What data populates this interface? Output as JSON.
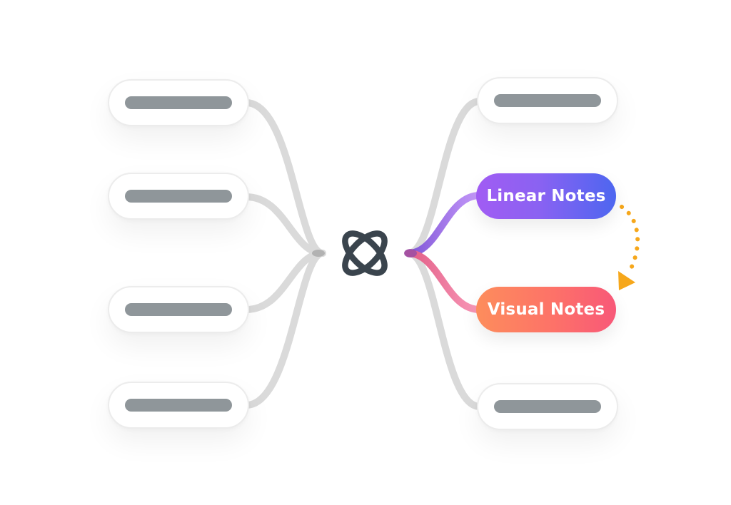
{
  "diagram": {
    "center": {
      "icon": "mindmeister-logo-icon"
    },
    "left_branches": [
      {
        "kind": "placeholder"
      },
      {
        "kind": "placeholder"
      },
      {
        "kind": "placeholder"
      },
      {
        "kind": "placeholder"
      }
    ],
    "right_branches": [
      {
        "kind": "placeholder"
      },
      {
        "kind": "highlight",
        "label": "Linear Notes"
      },
      {
        "kind": "highlight",
        "label": "Visual Notes"
      },
      {
        "kind": "placeholder"
      }
    ],
    "arrow": {
      "style": "dotted",
      "color": "#f6a71b",
      "from": "Linear Notes",
      "to": "Visual Notes"
    },
    "colors": {
      "connector_gray": "#d9d9d9",
      "placeholder_bar": "#8f969a",
      "logo": "#3a444d",
      "linear_gradient": [
        "#a15cf3",
        "#4d66f0"
      ],
      "visual_gradient": [
        "#fd8d5c",
        "#f85878"
      ]
    }
  }
}
